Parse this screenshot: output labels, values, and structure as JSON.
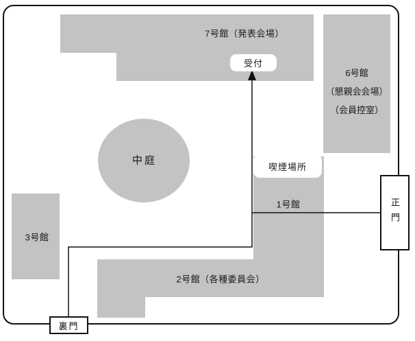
{
  "map": {
    "buildings": {
      "b7": {
        "label": "7号館（発表会場）"
      },
      "b6": {
        "lines": [
          "6号館",
          "（懇親会会場）",
          "（会員控室）"
        ]
      },
      "b1": {
        "label": "1号館"
      },
      "b2": {
        "label": "2号館（各種委員会）"
      },
      "b3": {
        "label": "3号館"
      },
      "courtyard": {
        "label": "中庭"
      }
    },
    "markers": {
      "reception": {
        "label": "受付"
      },
      "smoking": {
        "label": "喫煙場所"
      },
      "main_gate": {
        "label": "正門"
      },
      "back_gate": {
        "label": "裏門"
      }
    },
    "colors": {
      "building_fill": "#c3c3c3",
      "marker_fill": "#ffffff",
      "outline": "#111111",
      "text": "#1a1a1a"
    }
  }
}
